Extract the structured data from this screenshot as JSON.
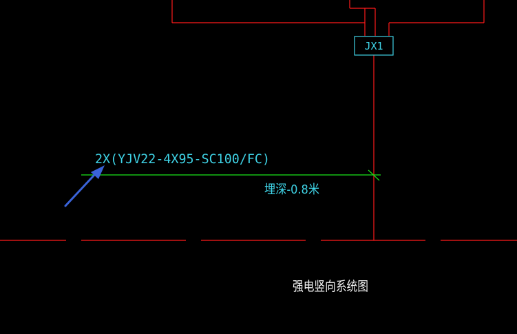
{
  "drawing": {
    "background": "#000000",
    "colors": {
      "red_line": "#ff1a1a",
      "green_line": "#19e619",
      "cyan_text": "#3fd3e6",
      "white_text": "#f2f2f2",
      "arrow_blue": "#3a63d8"
    },
    "box_label": "JX1",
    "cable_spec": "2X(YJV22-4X95-SC100/FC)",
    "depth_note": "埋深-0.8米",
    "diagram_title": "强电竖向系统图"
  }
}
